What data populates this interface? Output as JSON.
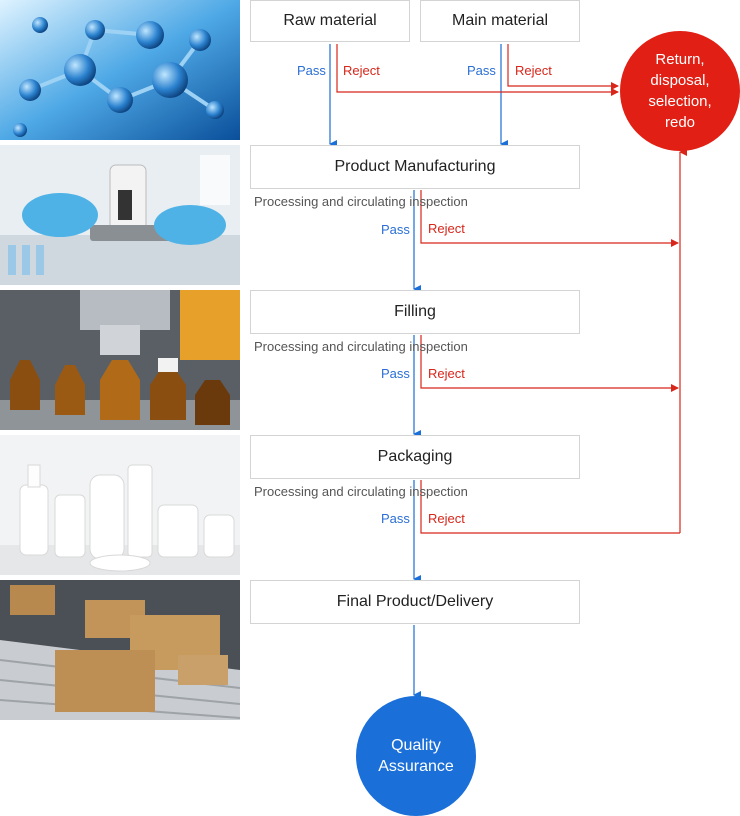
{
  "colors": {
    "pass": "#2a6fd6",
    "reject": "#d8261a",
    "box_border": "#d4d4d4",
    "red_circle": "#e11f14",
    "blue_circle": "#1a6fd9"
  },
  "inputs": {
    "raw_material": "Raw material",
    "main_material": "Main material"
  },
  "steps": [
    {
      "label": "Product Manufacturing",
      "note": "Processing and circulating inspection"
    },
    {
      "label": "Filling",
      "note": "Processing and circulating inspection"
    },
    {
      "label": "Packaging",
      "note": "Processing and circulating inspection"
    },
    {
      "label": "Final Product/Delivery"
    }
  ],
  "labels": {
    "pass": "Pass",
    "reject": "Reject"
  },
  "reject_target": {
    "line1": "Return,",
    "line2": "disposal,",
    "line3": "selection,",
    "line4": "redo"
  },
  "outcome": {
    "line1": "Quality",
    "line2": "Assurance"
  },
  "photos": [
    "molecule-image",
    "microscope-lab-image",
    "bottle-filling-image",
    "white-bottles-image",
    "boxes-conveyor-image"
  ]
}
